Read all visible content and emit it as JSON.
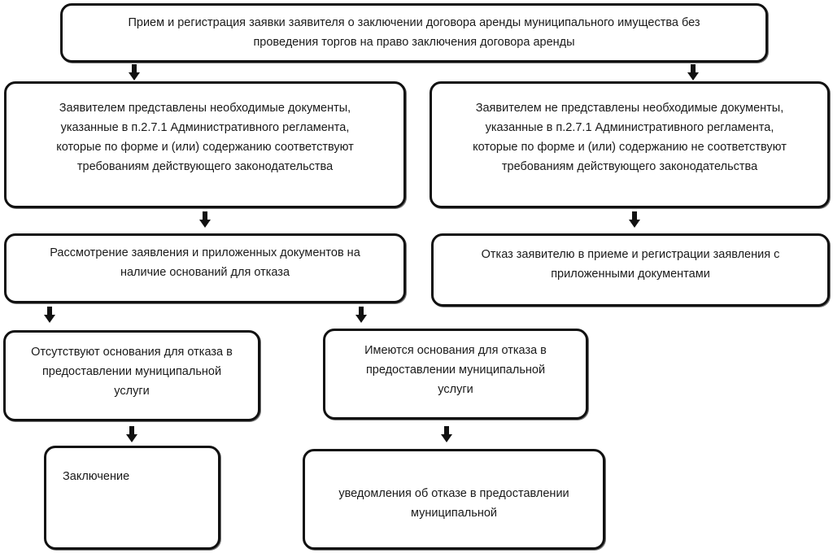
{
  "diagram": {
    "top_box": "Прием и регистрация заявки заявителя о заключении договора аренды муниципального имущества без\nпроведения торгов на право заключения договора аренды",
    "left_condition": "Заявителем представлены необходимые документы,\nуказанные в п.2.7.1 Административного регламента,\nкоторые по форме и (или) содержанию соответствуют\nтребованиям действующего законодательства",
    "right_condition": "Заявителем не представлены необходимые документы,\nуказанные в п.2.7.1 Административного регламента,\nкоторые по форме и (или) содержанию не соответствуют\nтребованиям действующего законодательства",
    "review_box": "Рассмотрение заявления и приложенных документов на\nналичие оснований для отказа",
    "refusal_box": "Отказ заявителю в приеме и регистрации заявления с\nприложенными документами",
    "no_grounds_box": "Отсутствуют основания для отказа в\nпредоставлении муниципальной\nуслуги",
    "grounds_box": "Имеются основания для отказа в\nпредоставлении муниципальной\nуслуги",
    "conclusion_box": "Заключение",
    "notice_box": "уведомления об отказе в предоставлении\nмуниципальной"
  }
}
